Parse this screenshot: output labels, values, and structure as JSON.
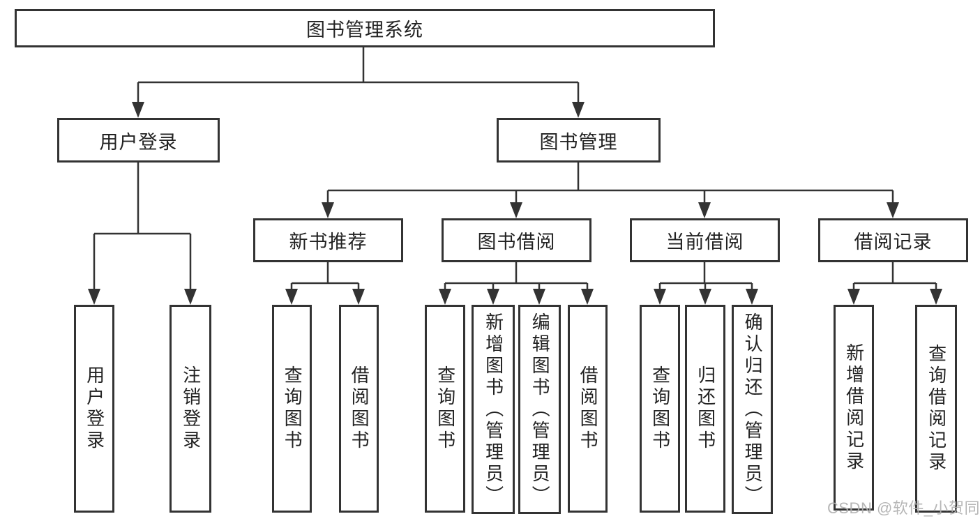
{
  "tree": {
    "root": {
      "label": "图书管理系统"
    },
    "branches": [
      {
        "label": "用户登录",
        "leaves": [
          {
            "label": "用户登录"
          },
          {
            "label": "注销登录"
          }
        ]
      },
      {
        "label": "图书管理",
        "subbranches": [
          {
            "label": "新书推荐",
            "leaves": [
              {
                "label": "查询图书"
              },
              {
                "label": "借阅图书"
              }
            ]
          },
          {
            "label": "图书借阅",
            "leaves": [
              {
                "label": "查询图书"
              },
              {
                "label": "新增图书（管理员）"
              },
              {
                "label": "编辑图书（管理员）"
              },
              {
                "label": "借阅图书"
              }
            ]
          },
          {
            "label": "当前借阅",
            "leaves": [
              {
                "label": "查询图书"
              },
              {
                "label": "归还图书"
              },
              {
                "label": "确认归还（管理员）"
              }
            ]
          },
          {
            "label": "借阅记录",
            "leaves": [
              {
                "label": "新增借阅记录"
              },
              {
                "label": "查询借阅记录"
              }
            ]
          }
        ]
      }
    ]
  },
  "watermark": {
    "text": "CSDN @软件_小贺同学"
  },
  "colors": {
    "line": "#333333",
    "box_border": "#333333",
    "text": "#222222",
    "watermark_text": "#b0b0b0",
    "background": "#ffffff"
  }
}
